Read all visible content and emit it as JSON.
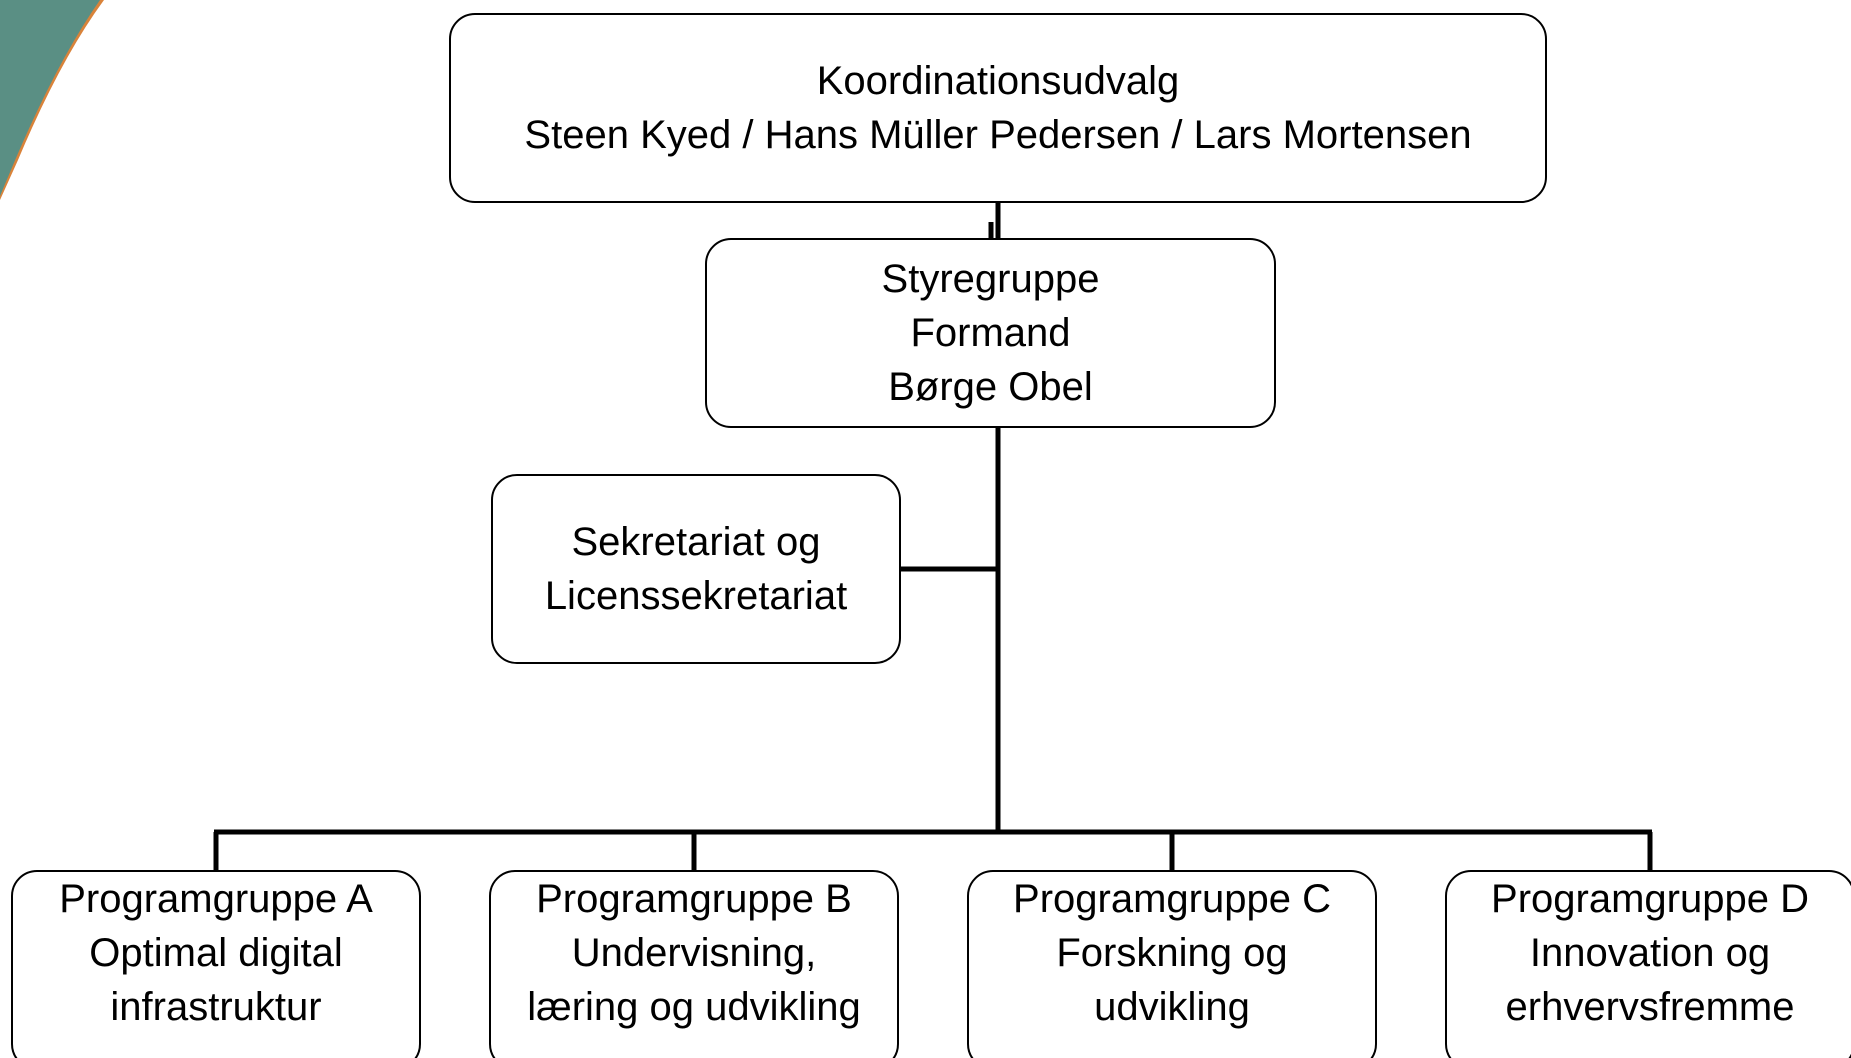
{
  "diagram": {
    "nodes": {
      "koordination": {
        "lines": [
          "Koordinationsudvalg",
          "Steen Kyed / Hans Müller Pedersen / Lars Mortensen"
        ]
      },
      "styregruppe": {
        "lines": [
          "Styregruppe",
          "Formand",
          "Børge Obel"
        ]
      },
      "sekretariat": {
        "lines": [
          "Sekretariat og",
          "Licenssekretariat"
        ]
      },
      "program_a": {
        "lines": [
          "Programgruppe A",
          "Optimal digital",
          "infrastruktur"
        ]
      },
      "program_b": {
        "lines": [
          "Programgruppe B",
          "Undervisning,",
          "læring og udvikling"
        ]
      },
      "program_c": {
        "lines": [
          "Programgruppe C",
          "Forskning og",
          "udvikling"
        ]
      },
      "program_d": {
        "lines": [
          "Programgruppe D",
          "Innovation og",
          "erhvervsfremme"
        ]
      }
    },
    "edges": [
      [
        "koordination",
        "styregruppe"
      ],
      [
        "styregruppe",
        "sekretariat"
      ],
      [
        "styregruppe",
        "program_a"
      ],
      [
        "styregruppe",
        "program_b"
      ],
      [
        "styregruppe",
        "program_c"
      ],
      [
        "styregruppe",
        "program_d"
      ]
    ]
  },
  "colors": {
    "line": "#000000",
    "box_border": "#000000",
    "box_fill": "#ffffff",
    "decor_teal": "#5a8f84",
    "decor_orange": "#d9833a"
  }
}
